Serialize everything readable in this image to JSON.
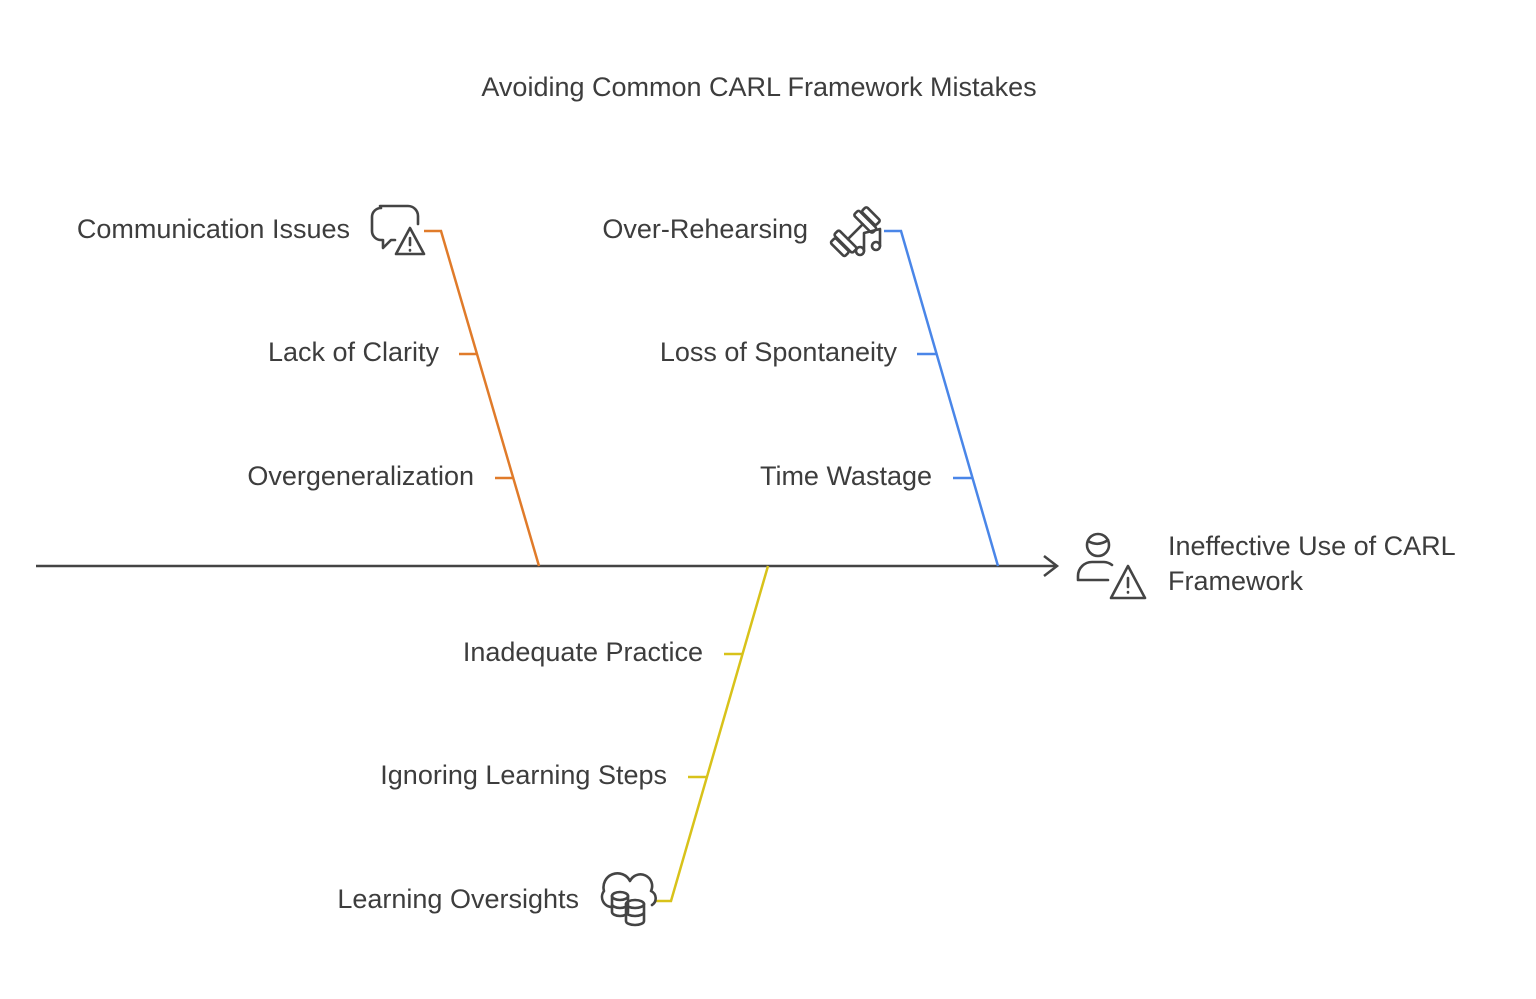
{
  "title": "Avoiding Common CARL Framework Mistakes",
  "effect": {
    "line1": "Ineffective Use of CARL",
    "line2": "Framework",
    "icon": "person-warning-icon"
  },
  "colors": {
    "communication": "#e07b2a",
    "rehearsing": "#4a86e8",
    "learning": "#d8c21a",
    "spine": "#444444"
  },
  "branches": [
    {
      "label": "Communication Issues",
      "icon": "chat-warning-icon",
      "causes": [
        "Lack of Clarity",
        "Overgeneralization"
      ]
    },
    {
      "label": "Over-Rehearsing",
      "icon": "dumbbell-music-icon",
      "causes": [
        "Loss of Spontaneity",
        "Time Wastage"
      ]
    },
    {
      "label": "Learning Oversights",
      "icon": "cloud-database-icon",
      "causes": [
        "Inadequate Practice",
        "Ignoring Learning Steps"
      ]
    }
  ]
}
